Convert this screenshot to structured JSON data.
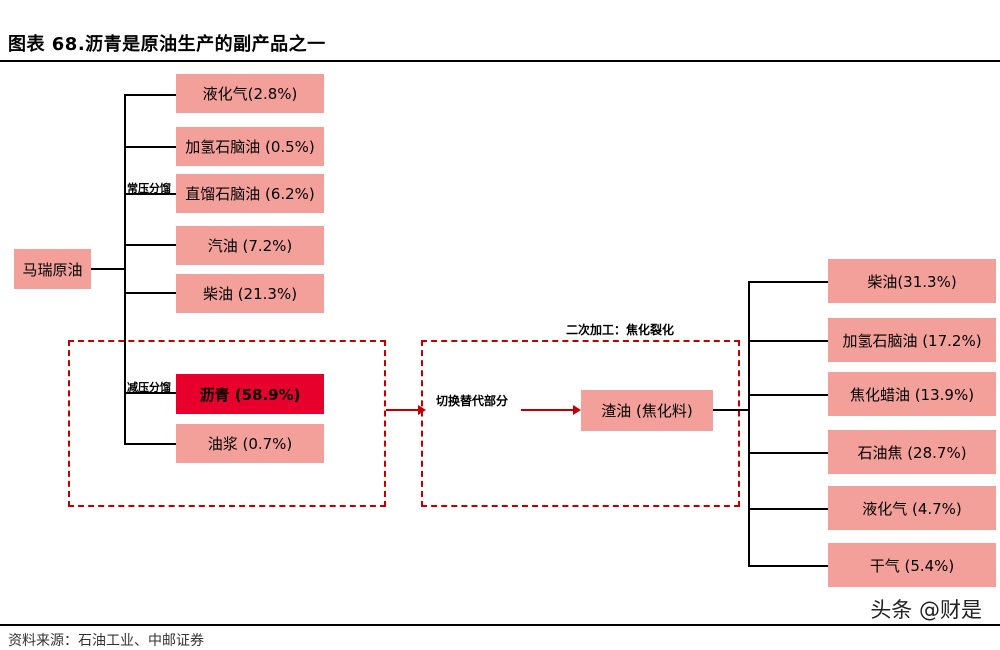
{
  "title": "图表 68.沥青是原油生产的副产品之一",
  "source_text": "资料来源：石油工业、中邮证券",
  "watermark": "头条 @财是",
  "nodes": {
    "crude": "马瑞原油",
    "lpg": "液化气(2.8%)",
    "hydro_naphtha": "加氢石脑油 (0.5%)",
    "straight_naphtha": "直馏石脑油 (6.2%)",
    "gasoline": "汽油 (7.2%)",
    "diesel": "柴油 (21.3%)",
    "asphalt": "沥青 (58.9%)",
    "slurry": "油浆 (0.7%)",
    "residue": "渣油 (焦化料)",
    "out_diesel": "柴油(31.3%)",
    "out_hydro_naphtha": "加氢石脑油 (17.2%)",
    "out_coker_wax": "焦化蜡油 (13.9%)",
    "out_petcoke": "石油焦 (28.7%)",
    "out_lpg": "液化气 (4.7%)",
    "out_dry_gas": "干气 (5.4%)"
  },
  "labels": {
    "atmospheric": "常压分馏",
    "vacuum": "减压分馏",
    "secondary": "二次加工：焦化裂化",
    "substitute": "切换替代部分"
  },
  "colors": {
    "box": "#f4a09a",
    "highlight": "#e8002d",
    "dashed": "#c00000"
  }
}
